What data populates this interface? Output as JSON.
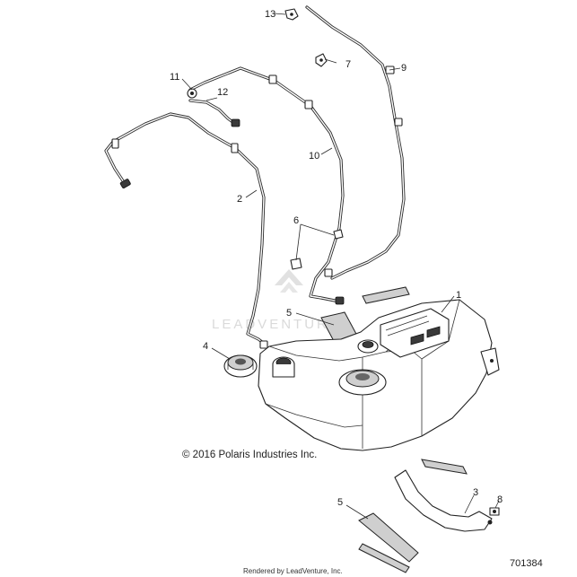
{
  "callouts": {
    "c1": "1",
    "c2": "2",
    "c3": "3",
    "c4": "4",
    "c5a": "5",
    "c5b": "5",
    "c6": "6",
    "c7": "7",
    "c8": "8",
    "c9": "9",
    "c10": "10",
    "c11": "11",
    "c12": "12",
    "c13": "13"
  },
  "footer": {
    "copyright": "© 2016 Polaris Industries Inc.",
    "document_number": "701384",
    "rendered_by": "Rendered by LeadVenture, Inc."
  },
  "watermark": {
    "text": "LEADVENTURE"
  }
}
